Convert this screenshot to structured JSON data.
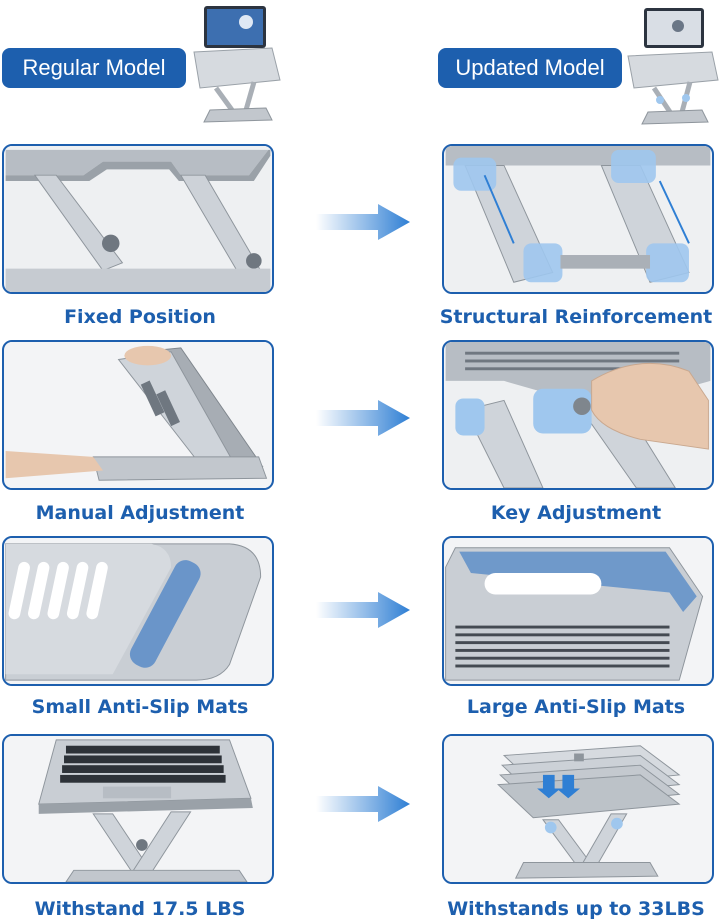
{
  "header": {
    "left_badge": "Regular Model",
    "right_badge": "Updated Model"
  },
  "rows": [
    {
      "left_caption": "Fixed Position",
      "right_caption": "Structural Reinforcement"
    },
    {
      "left_caption": "Manual Adjustment",
      "right_caption": "Key Adjustment"
    },
    {
      "left_caption": "Small Anti-Slip Mats",
      "right_caption": "Large Anti-Slip Mats"
    },
    {
      "left_caption": "Withstand 17.5 LBS",
      "right_caption": "Withstands up to 33LBS"
    }
  ],
  "colors": {
    "accent": "#1d5fae",
    "arrow": "#2f7fd4",
    "aluminum": "#c9ced4",
    "highlight": "#9fc7ee"
  }
}
